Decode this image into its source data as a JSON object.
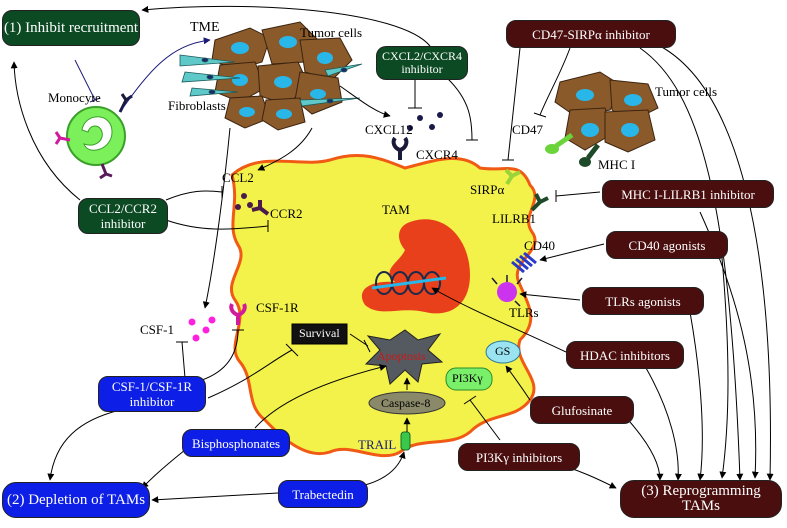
{
  "outcomes": {
    "inhibit_recruitment": "(1) Inhibit recruitment",
    "depletion": "(2) Depletion of TAMs",
    "reprogramming": "(3) Reprogramming TAMs"
  },
  "inhibitors": {
    "cd47_sirpa": "CD47-SIRPα inhibitor",
    "cxcl2_cxcr4_line1": "CXCL2/CXCR4",
    "cxcl2_cxcr4_line2": "inhibitor",
    "ccl2_ccr2_line1": "CCL2/CCR2",
    "ccl2_ccr2_line2": "inhibitor",
    "mhc_lilrb1": "MHC I-LILRB1 inhibitor",
    "cd40_agonists": "CD40 agonists",
    "tlrs_agonists": "TLRs agonists",
    "hdac": "HDAC inhibitors",
    "glufosinate": "Glufosinate",
    "pi3k": "PI3Kγ inhibitors",
    "csf1_line1": "CSF-1/CSF-1R",
    "csf1_line2": "inhibitor",
    "bisphosphonates": "Bisphosphonates",
    "trabectedin": "Trabectedin"
  },
  "labels": {
    "tme": "TME",
    "tumor_cells_top": "Tumor cells",
    "tumor_cells_right": "Tumor cells",
    "fibroblasts": "Fibroblasts",
    "monocyte": "Monocyte",
    "cxcl12": "CXCL12",
    "cxcr4": "CXCR4",
    "ccl2": "CCL2",
    "ccr2": "CCR2",
    "tam": "TAM",
    "sirpa": "SIRPα",
    "cd47": "CD47",
    "mhc1": "MHC I",
    "lilrb1": "LILRB1",
    "cd40": "CD40",
    "tlrs": "TLRs",
    "csf1r": "CSF-1R",
    "csf1": "CSF-1",
    "survival": "Survival",
    "apoptosis": "Apoptosis",
    "gs": "GS",
    "pi3k": "PI3Kγ",
    "caspase8": "Caspase-8",
    "trail": "TRAIL"
  },
  "colors": {
    "green_box": "#0c4a24",
    "blue_box": "#0d1fe6",
    "maroon_box": "#4a0e0e",
    "tam_fill": "#f2f24a",
    "tam_border": "#f05a14",
    "tumor_cell": "#8b5a2b",
    "nucleus": "#29b6e8",
    "monocyte": "#7cf05a",
    "csf1": "#ff22dd"
  }
}
